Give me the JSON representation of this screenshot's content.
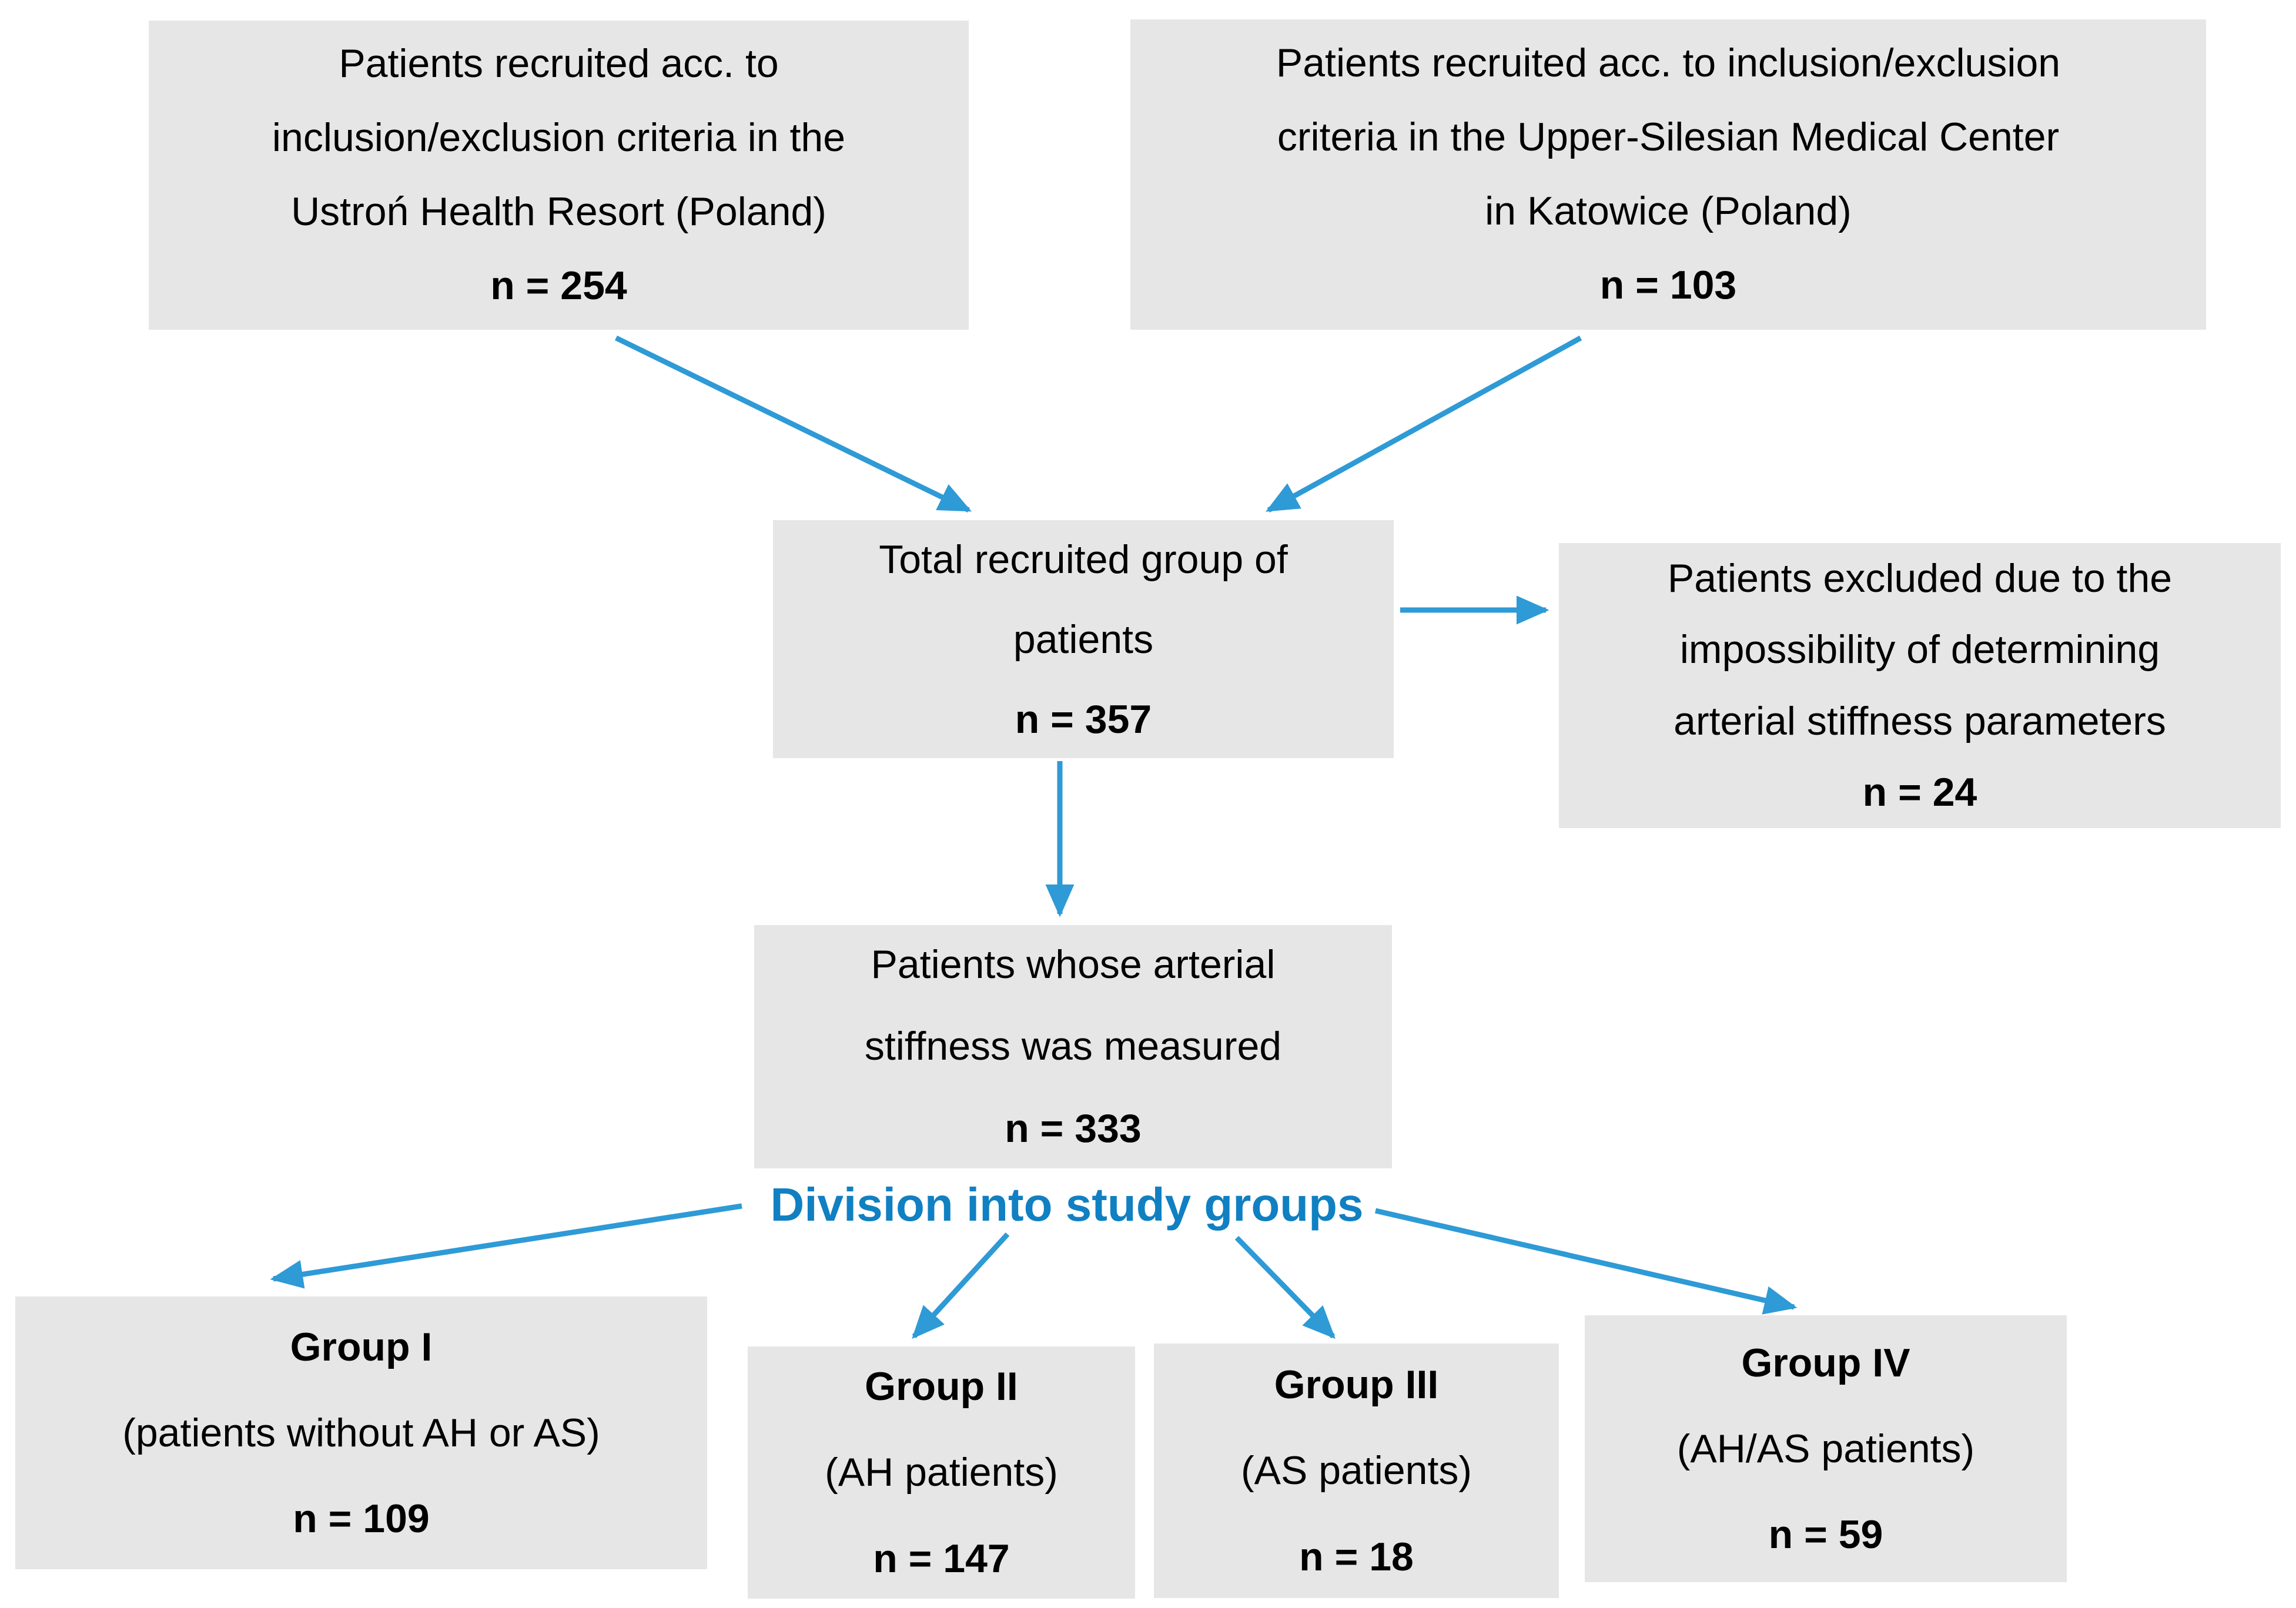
{
  "colors": {
    "background": "#ffffff",
    "box_fill": "#e6e6e6",
    "body_text": "#000000",
    "arrow": "#2e9ad6",
    "division_text": "#1080c2"
  },
  "boxes": {
    "recruit_ustron": {
      "lines": [
        "Patients recruited acc. to",
        "inclusion/exclusion criteria in the",
        "Ustroń Health Resort (Poland)"
      ],
      "n": "n = 254"
    },
    "recruit_katowice": {
      "lines": [
        "Patients recruited acc. to inclusion/exclusion",
        "criteria in the Upper-Silesian Medical Center",
        "in Katowice (Poland)"
      ],
      "n": "n = 103"
    },
    "total": {
      "lines": [
        "Total recruited group of",
        "patients"
      ],
      "n": "n = 357"
    },
    "excluded": {
      "lines": [
        "Patients excluded due to the",
        "impossibility of determining",
        "arterial stiffness parameters"
      ],
      "n": "n = 24"
    },
    "measured": {
      "lines": [
        "Patients whose arterial",
        "stiffness was measured"
      ],
      "n": "n = 333"
    },
    "group1": {
      "title": "Group I",
      "subtitle": "(patients without AH or AS)",
      "n": "n = 109"
    },
    "group2": {
      "title": "Group II",
      "subtitle": "(AH patients)",
      "n": "n = 147"
    },
    "group3": {
      "title": "Group III",
      "subtitle": "(AS patients)",
      "n": "n = 18"
    },
    "group4": {
      "title": "Group IV",
      "subtitle": "(AH/AS patients)",
      "n": "n = 59"
    }
  },
  "labels": {
    "division": "Division into study groups"
  }
}
